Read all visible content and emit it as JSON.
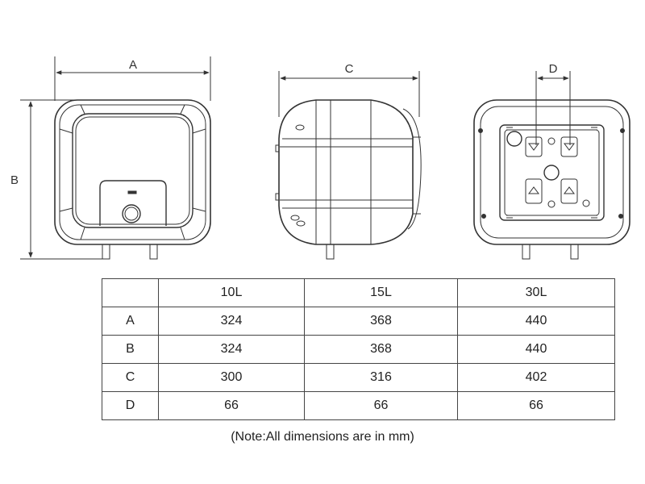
{
  "dimension_labels": {
    "a": "A",
    "b": "B",
    "c": "C",
    "d": "D"
  },
  "table": {
    "corner": "",
    "columns": [
      "10L",
      "15L",
      "30L"
    ],
    "rows": [
      {
        "label": "A",
        "values": [
          "324",
          "368",
          "440"
        ]
      },
      {
        "label": "B",
        "values": [
          "324",
          "368",
          "440"
        ]
      },
      {
        "label": "C",
        "values": [
          "300",
          "316",
          "402"
        ]
      },
      {
        "label": "D",
        "values": [
          "66",
          "66",
          "66"
        ]
      }
    ]
  },
  "note": "(Note:All dimensions are in mm)",
  "colors": {
    "line": "#333333",
    "background": "#ffffff"
  }
}
